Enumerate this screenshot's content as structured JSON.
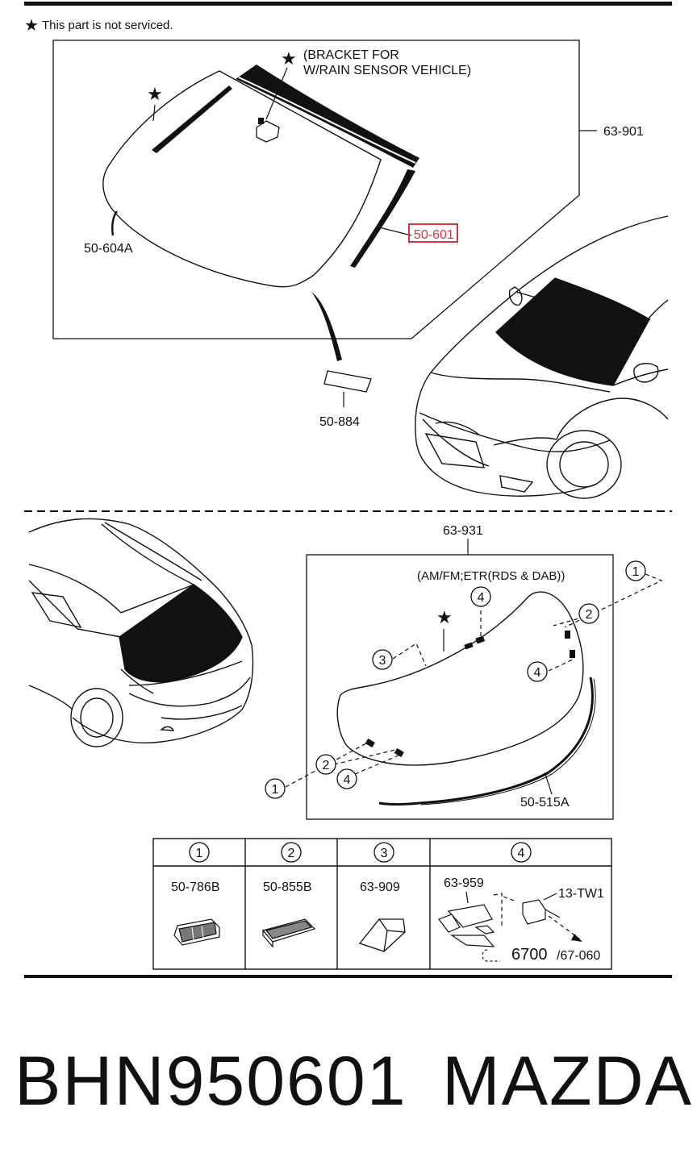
{
  "note": {
    "star": "★",
    "text": "This part is not serviced."
  },
  "windshield": {
    "bracket_line1": "(BRACKET FOR",
    "bracket_line2": "W/RAIN SENSOR VEHICLE)",
    "assembly_part": "63-901",
    "highlighted_part": "50-601",
    "molding_part": "50-604A",
    "sensor_cover_part": "50-884"
  },
  "rear_glass": {
    "assembly_part": "63-931",
    "variant_note": "(AM/FM;ETR(RDS & DAB))",
    "molding_part": "50-515A",
    "callouts": [
      "1",
      "2",
      "3",
      "4"
    ]
  },
  "parts_table": {
    "headers": [
      "1",
      "2",
      "3",
      "4"
    ],
    "parts": [
      "50-786B",
      "50-855B",
      "63-909",
      "63-959"
    ],
    "extra_parts": [
      "13-TW1",
      "6700",
      "/67-060"
    ]
  },
  "footer": {
    "part_number": "BHN950601",
    "brand": "MAZDA"
  }
}
